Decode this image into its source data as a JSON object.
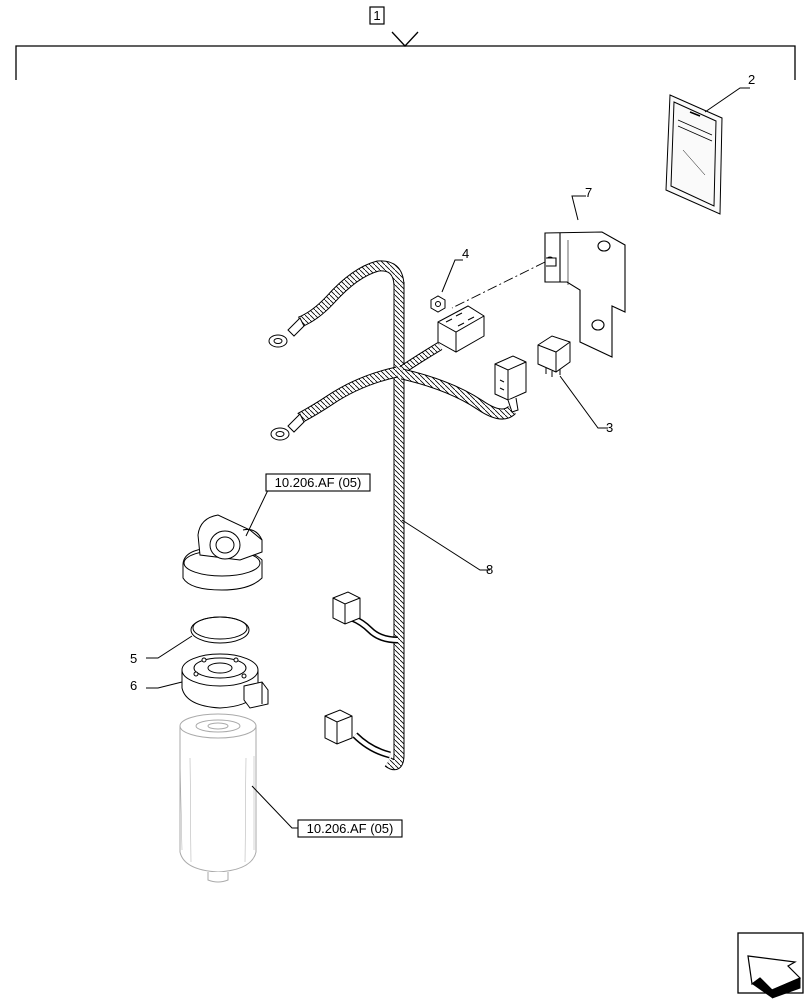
{
  "diagram": {
    "kit_label": "1",
    "callouts": [
      {
        "id": "c2",
        "label": "2"
      },
      {
        "id": "c3",
        "label": "3"
      },
      {
        "id": "c4",
        "label": "4"
      },
      {
        "id": "c5",
        "label": "5"
      },
      {
        "id": "c6",
        "label": "6"
      },
      {
        "id": "c7",
        "label": "7"
      },
      {
        "id": "c8",
        "label": "8"
      }
    ],
    "references": [
      {
        "id": "ref-upper",
        "label": "10.206.AF (05)"
      },
      {
        "id": "ref-lower",
        "label": "10.206.AF (05)"
      }
    ]
  }
}
